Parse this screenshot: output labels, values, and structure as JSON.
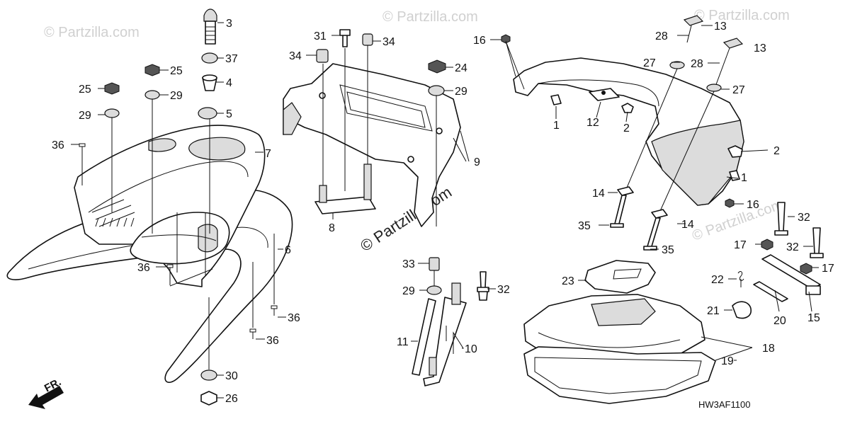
{
  "diagram": {
    "code": "HW3AF1100",
    "watermark_main": "© Partzilla.com",
    "watermark_repeat": "© Partzilla.com",
    "front_label": "FR.",
    "callouts": [
      {
        "id": "c3",
        "text": "3"
      },
      {
        "id": "c37",
        "text": "37"
      },
      {
        "id": "c4",
        "text": "4"
      },
      {
        "id": "c5",
        "text": "5"
      },
      {
        "id": "c25a",
        "text": "25"
      },
      {
        "id": "c25b",
        "text": "25"
      },
      {
        "id": "c29a",
        "text": "29"
      },
      {
        "id": "c29b",
        "text": "29"
      },
      {
        "id": "c36a",
        "text": "36"
      },
      {
        "id": "c7",
        "text": "7"
      },
      {
        "id": "c36b",
        "text": "36"
      },
      {
        "id": "c6",
        "text": "6"
      },
      {
        "id": "c36c",
        "text": "36"
      },
      {
        "id": "c36d",
        "text": "36"
      },
      {
        "id": "c30",
        "text": "30"
      },
      {
        "id": "c26",
        "text": "26"
      },
      {
        "id": "c31",
        "text": "31"
      },
      {
        "id": "c34a",
        "text": "34"
      },
      {
        "id": "c34b",
        "text": "34"
      },
      {
        "id": "c8",
        "text": "8"
      },
      {
        "id": "c24",
        "text": "24"
      },
      {
        "id": "c29c",
        "text": "29"
      },
      {
        "id": "c9",
        "text": "9"
      },
      {
        "id": "c33",
        "text": "33"
      },
      {
        "id": "c29d",
        "text": "29"
      },
      {
        "id": "c32a",
        "text": "32"
      },
      {
        "id": "c11",
        "text": "11"
      },
      {
        "id": "c10",
        "text": "10"
      },
      {
        "id": "c16a",
        "text": "16"
      },
      {
        "id": "c28a",
        "text": "28"
      },
      {
        "id": "c13a",
        "text": "13"
      },
      {
        "id": "c13b",
        "text": "13"
      },
      {
        "id": "c27a",
        "text": "27"
      },
      {
        "id": "c28b",
        "text": "28"
      },
      {
        "id": "c27b",
        "text": "27"
      },
      {
        "id": "c1a",
        "text": "1"
      },
      {
        "id": "c12",
        "text": "12"
      },
      {
        "id": "c2a",
        "text": "2"
      },
      {
        "id": "c2b",
        "text": "2"
      },
      {
        "id": "c1b",
        "text": "1"
      },
      {
        "id": "c14a",
        "text": "14"
      },
      {
        "id": "c16b",
        "text": "16"
      },
      {
        "id": "c35a",
        "text": "35"
      },
      {
        "id": "c14b",
        "text": "14"
      },
      {
        "id": "c35b",
        "text": "35"
      },
      {
        "id": "c32b",
        "text": "32"
      },
      {
        "id": "c17a",
        "text": "17"
      },
      {
        "id": "c32c",
        "text": "32"
      },
      {
        "id": "c17b",
        "text": "17"
      },
      {
        "id": "c23",
        "text": "23"
      },
      {
        "id": "c22",
        "text": "22"
      },
      {
        "id": "c21",
        "text": "21"
      },
      {
        "id": "c20",
        "text": "20"
      },
      {
        "id": "c15",
        "text": "15"
      },
      {
        "id": "c18",
        "text": "18"
      },
      {
        "id": "c19",
        "text": "19"
      }
    ]
  }
}
